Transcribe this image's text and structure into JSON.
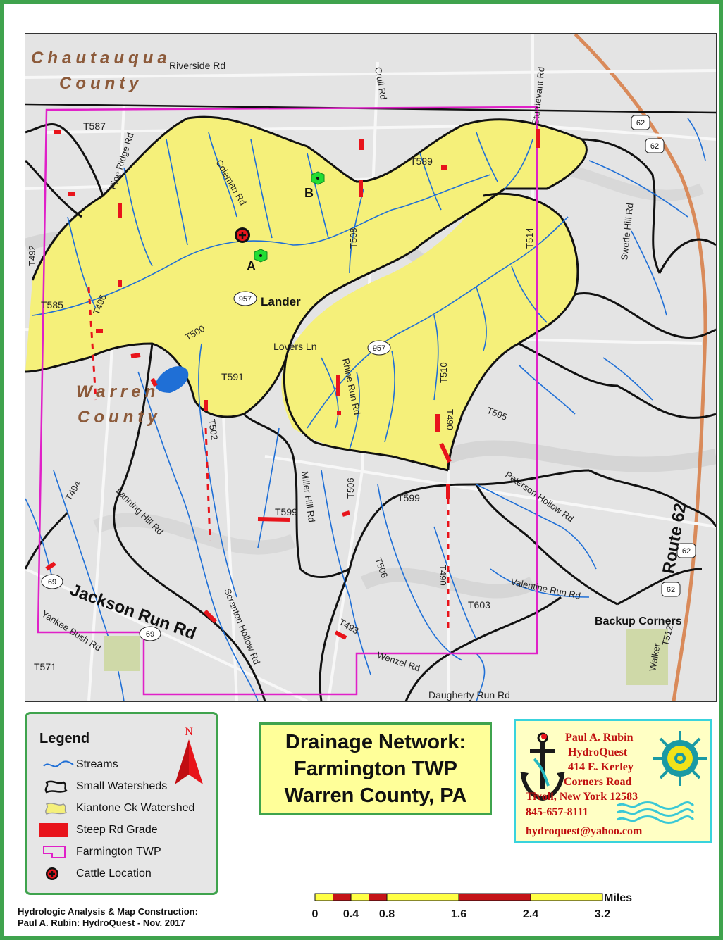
{
  "map": {
    "labels": {
      "county_chautauqua_1": "Chautauqua",
      "county_chautauqua_2": "County",
      "county_warren_1": "Warren",
      "county_warren_2": "County",
      "riverside_rd": "Riverside Rd",
      "crull_rd": "Crull Rd",
      "sturdevant_rd": "Sturdevant Rd",
      "t587": "T587",
      "pine_ridge_rd": "Pine Ridge Rd",
      "coleman_rd": "Coleman Rd",
      "t589": "T589",
      "t492": "T492",
      "t496": "T496",
      "t585": "T585",
      "t508": "T508",
      "t514": "T514",
      "swede_hill_rd": "Swede Hill Rd",
      "lander": "Lander",
      "t500": "T500",
      "lovers_ln": "Lovers Ln",
      "t591": "T591",
      "rhine_run_rd": "Rhine Run Rd",
      "t510": "T510",
      "t490a": "T490",
      "t595": "T595",
      "t502": "T502",
      "t506a": "T506",
      "t599a": "T599",
      "t599b": "T599",
      "peterson_hollow_rd": "Peterson Hollow Rd",
      "route_62": "Route 62",
      "t494": "T494",
      "lanning_hill_rd": "Lanning Hill Rd",
      "miller_hill_rd": "Miller Hill Rd",
      "t506b": "T506",
      "t490b": "T490",
      "valentine_run_rd": "Valentine Run Rd",
      "t603": "T603",
      "jackson_run_rd": "Jackson Run Rd",
      "scranton_hollow_rd": "Scranton Hollow Rd",
      "backup_corners": "Backup Corners",
      "walker": "Walker",
      "t512": "T512",
      "yankee_bush_rd": "Yankee Bush Rd",
      "t571": "T571",
      "t493": "T493",
      "wenzel_rd": "Wenzel Rd",
      "daugherty_run_rd": "Daugherty Run Rd",
      "point_a": "A",
      "point_b": "B"
    },
    "shields": {
      "s957a": "957",
      "s957b": "957",
      "s62a": "62",
      "s62b": "62",
      "s62c": "62",
      "s62d": "62",
      "s69a": "69",
      "s69b": "69"
    },
    "colors": {
      "watershed_fill": "#f5f07a",
      "stream": "#1f6fd6",
      "watershed_line": "#111111",
      "steep_grade": "#e8141b",
      "township": "#e020c8",
      "route": "#d98a5a",
      "point_marker": "#22dd33"
    }
  },
  "legend": {
    "title": "Legend",
    "north_label": "N",
    "items": [
      {
        "label": "Streams",
        "icon": "stream-line"
      },
      {
        "label": "Small Watersheds",
        "icon": "watershed-outline"
      },
      {
        "label": "Kiantone Ck Watershed",
        "icon": "kiantone-fill"
      },
      {
        "label": "Steep Rd Grade",
        "icon": "steep-grade-swatch"
      },
      {
        "label": "Farmington TWP",
        "icon": "township-outline"
      },
      {
        "label": "Cattle Location",
        "icon": "cattle-marker"
      }
    ]
  },
  "title": {
    "line1": "Drainage Network:",
    "line2": "Farmington TWP",
    "line3": "Warren County, PA"
  },
  "contact": {
    "name": "Paul A. Rubin",
    "company": "HydroQuest",
    "address1": "414 E. Kerley",
    "address2": "Corners Road",
    "city": "Tivoli, New York 12583",
    "phone": "845-657-8111",
    "email": "hydroquest@yahoo.com"
  },
  "credit": {
    "line1": "Hydrologic Analysis & Map Construction:",
    "line2": "Paul A. Rubin: HydroQuest - Nov. 2017"
  },
  "scale": {
    "unit": "Miles",
    "ticks": [
      "0",
      "0.4",
      "0.8",
      "1.6",
      "2.4",
      "3.2"
    ],
    "values": [
      0,
      0.4,
      0.8,
      1.6,
      2.4,
      3.2
    ]
  }
}
